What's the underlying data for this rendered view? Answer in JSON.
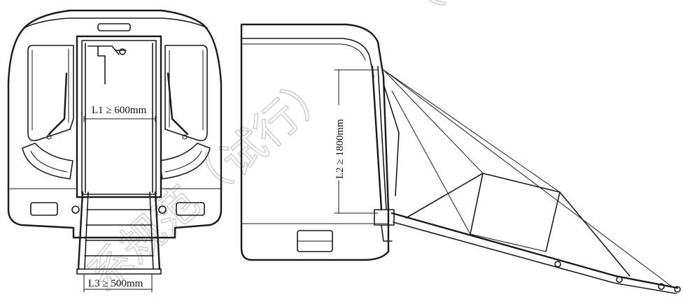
{
  "dimensions": {
    "l1": "L1 ≥ 600mm",
    "l2": "L2 ≥ 1800mm",
    "l3": "L3 ≥ 500mm"
  },
  "watermark": {
    "chars_left": "系规范（",
    "chars_right": "试行）",
    "chars_top": "（"
  }
}
